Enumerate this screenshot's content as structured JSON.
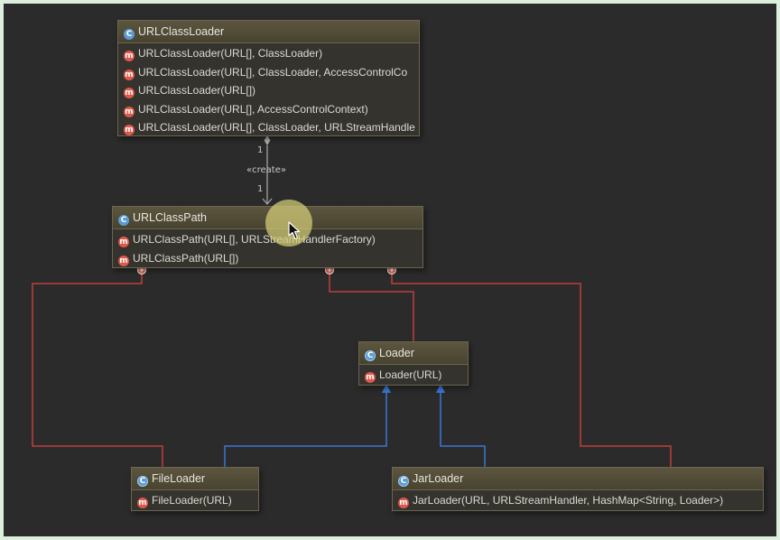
{
  "nodes": {
    "url_class_loader": {
      "name": "URLClassLoader",
      "icon": "class-icon",
      "methods": [
        "URLClassLoader(URL[], ClassLoader)",
        "URLClassLoader(URL[], ClassLoader, AccessControlCo",
        "URLClassLoader(URL[])",
        "URLClassLoader(URL[], AccessControlContext)",
        "URLClassLoader(URL[], ClassLoader, URLStreamHandle"
      ]
    },
    "url_class_path": {
      "name": "URLClassPath",
      "icon": "class-icon",
      "methods": [
        "URLClassPath(URL[], URLStreamHandlerFactory)",
        "URLClassPath(URL[])"
      ]
    },
    "loader": {
      "name": "Loader",
      "icon": "static-class-icon",
      "methods": [
        "Loader(URL)"
      ]
    },
    "file_loader": {
      "name": "FileLoader",
      "icon": "static-class-icon",
      "methods": [
        "FileLoader(URL)"
      ]
    },
    "jar_loader": {
      "name": "JarLoader",
      "icon": "static-class-icon",
      "methods": [
        "JarLoader(URL, URLStreamHandler, HashMap<String, Loader>)"
      ]
    }
  },
  "edges": {
    "create": {
      "label": "«create»",
      "source_multiplicity": "1",
      "target_multiplicity": "1"
    }
  },
  "glyphs": {
    "class": "C",
    "method": "m",
    "inner": "+"
  },
  "colors": {
    "background": "#2b2b2b",
    "node_fill": "#35332e",
    "node_header": "#4f4a36",
    "inner_class_edge": "#c0403a",
    "inheritance_edge": "#3a78d8",
    "association_edge": "#aaaaaa",
    "method_icon": "#e0584a",
    "class_icon": "#5b9bd5"
  }
}
